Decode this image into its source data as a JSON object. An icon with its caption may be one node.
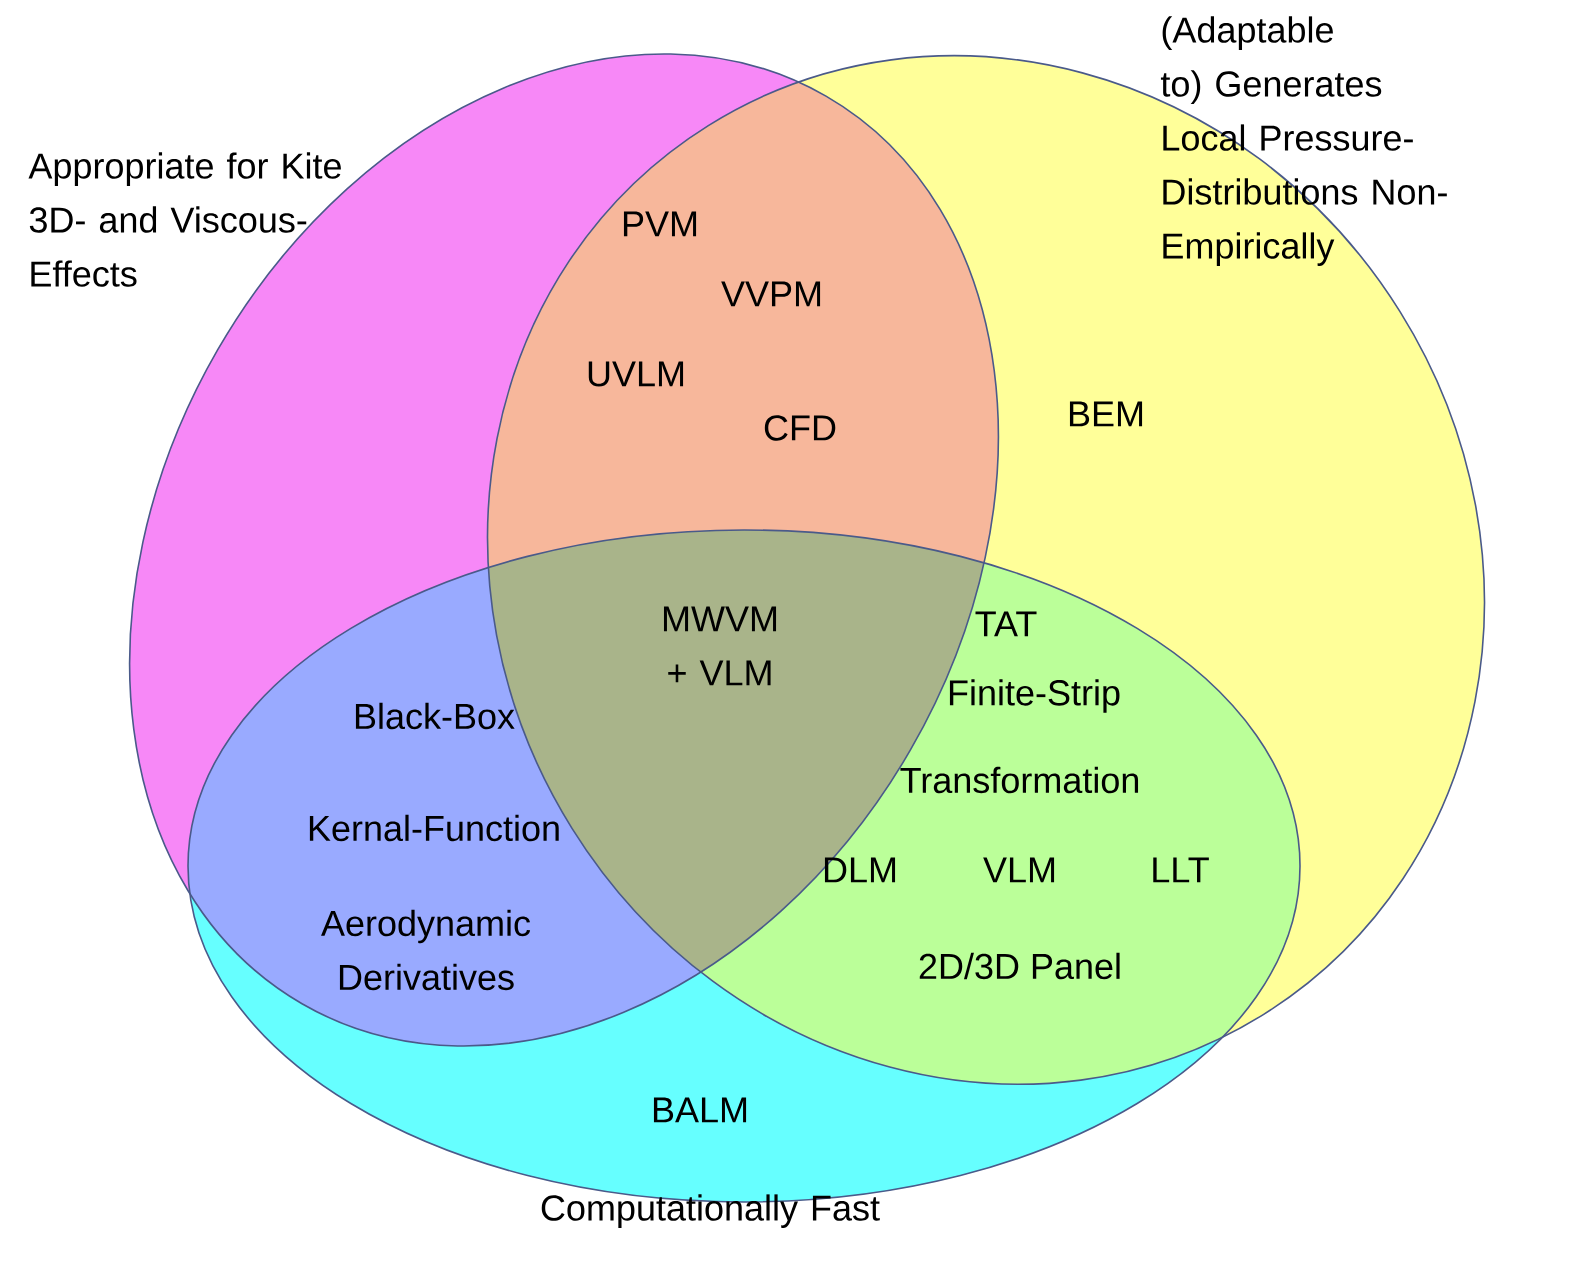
{
  "diagram": {
    "nodes": [
      {
        "text": [
          "Appropriate for Kite 3D- and Viscous-Effects"
        ]
      },
      {
        "text": [
          "(Adaptable to) Generates Local Pressure-Distributions Non-Empirically"
        ]
      },
      {
        "text": [
          "Computationally Fast"
        ]
      }
    ],
    "labels": [
      "PVM",
      "VVPM",
      "UVLM",
      "CFD",
      "BEM",
      "MWVM + VLM",
      "TAT",
      "Black-Box",
      "Finite-Strip",
      "Transformation",
      "Kernal-Function",
      "DLM",
      "VLM",
      "LLT",
      "Aerodynamic Derivatives",
      "2D/3D Panel",
      "BALM"
    ]
  }
}
